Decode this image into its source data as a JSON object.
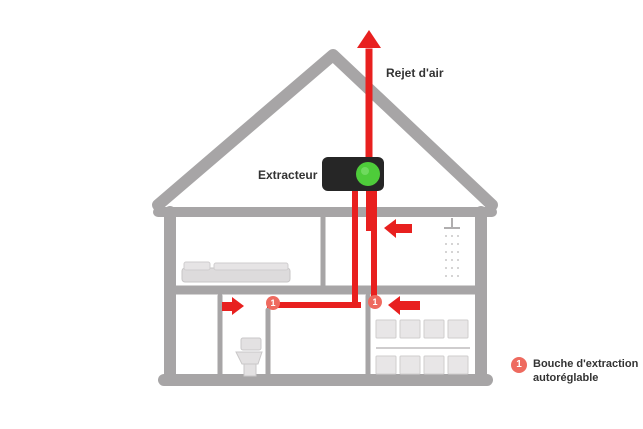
{
  "labels": {
    "rejet": "Rejet d'air",
    "extracteur": "Extracteur"
  },
  "markers": {
    "left": "1",
    "right": "1"
  },
  "legend": {
    "badge": "1",
    "text": "Bouche d'extraction autoréglable"
  },
  "colors": {
    "house": "#a7a5a6",
    "duct": "#e8201f",
    "extractor_body": "#262626",
    "extractor_light": "#4ecc3a",
    "badge": "#ee6a5f"
  },
  "icons": {
    "arrow": "arrow-icon",
    "extractor": "extractor-unit-icon",
    "shower": "shower-icon",
    "toilet": "toilet-icon",
    "bed": "bed-icon",
    "kitchen": "kitchen-cabinets-icon"
  }
}
